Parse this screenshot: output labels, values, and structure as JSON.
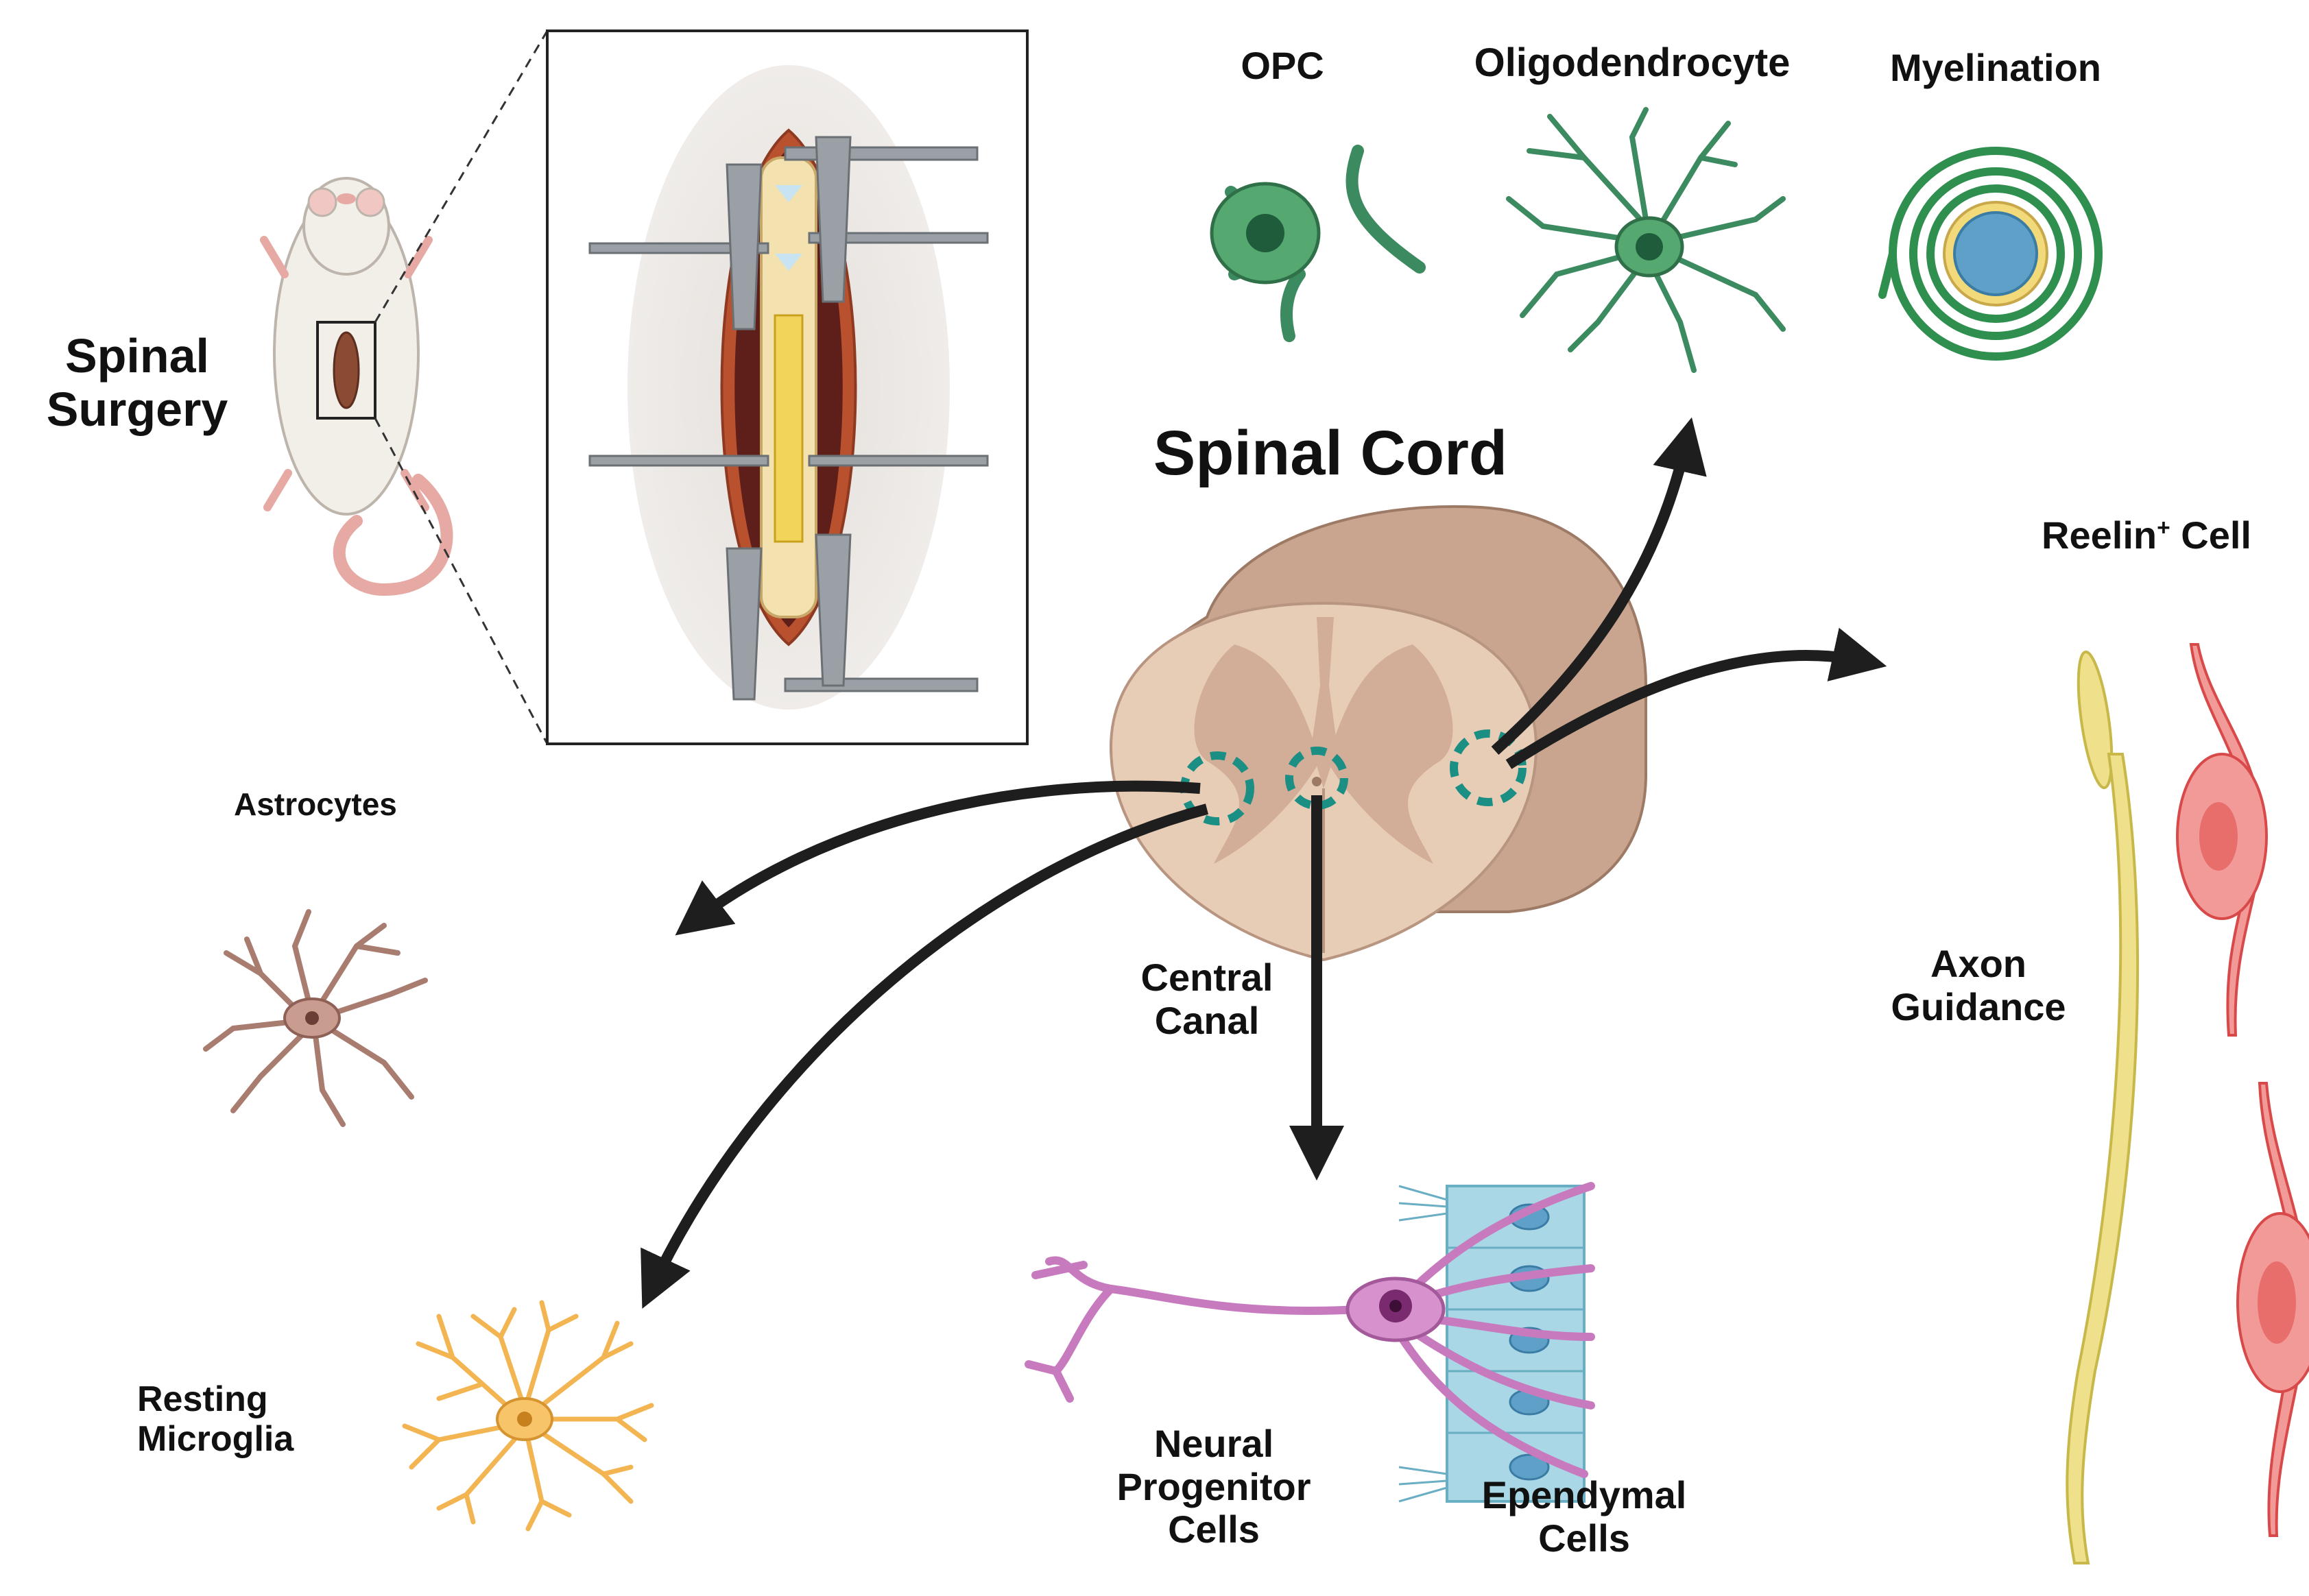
{
  "labels": {
    "spinal_surgery": [
      "Spinal",
      "Surgery"
    ],
    "spinal_cord": "Spinal Cord",
    "opc": "OPC",
    "oligodendrocyte": "Oligodendrocyte",
    "myelination": "Myelination",
    "reelin_cell": {
      "name": "Reelin",
      "sup": "+",
      "suffix": " Cell"
    },
    "astrocytes": "Astrocytes",
    "central_canal": [
      "Central",
      "Canal"
    ],
    "axon_guidance": [
      "Axon",
      "Guidance"
    ],
    "resting_microglia": [
      "Resting",
      "Microglia"
    ],
    "neural_progenitor_cells": [
      "Neural",
      "Progenitor",
      "Cells"
    ],
    "ependymal_cells": [
      "Ependymal",
      "Cells"
    ]
  },
  "colors": {
    "arrow": "#1e1e1e",
    "cord_outer": "#c9a58f",
    "cord_white_matter": "#e8cdb6",
    "cord_gray_matter": "#d2ad97",
    "ring_dashed": "#1b8f84",
    "oligodendrocyte_green": "#3c8a5f",
    "myelin_green": "#2f8f4e",
    "myelin_yellow": "#f2d97a",
    "axon_blue": "#5ea0c8",
    "reelin_red": "#f29a98",
    "axon_yellow": "#efe08c",
    "astrocyte_brown": "#a97c70",
    "microglia_orange": "#f2b552",
    "progenitor_magenta": "#c77bbe",
    "ependymal_blue": "#a9d7e5",
    "rat_fur": "#f2efe9",
    "rat_tail": "#e6a9a3"
  }
}
